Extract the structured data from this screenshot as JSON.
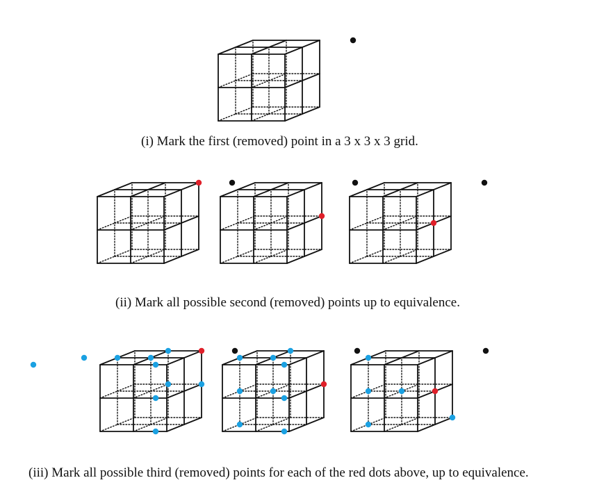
{
  "captions": {
    "step1": "(i) Mark the first (removed) point in a 3 x 3 x 3 grid.",
    "step2": "(ii) Mark all possible second (removed) points up to equivalence.",
    "step3": "(iii) Mark all possible third (removed) points for each of the red dots above, up to equivalence."
  },
  "colors": {
    "edge": "#111111",
    "first_point": "#111111",
    "second_point": "#e0202a",
    "third_point": "#1ba1e2"
  },
  "cubes": [
    {
      "id": "row1-cube",
      "points": [
        {
          "pos": [
            1,
            2,
            2
          ],
          "role": "first"
        }
      ]
    },
    {
      "id": "row2-cube-1",
      "points": [
        {
          "pos": [
            1,
            2,
            2
          ],
          "role": "first"
        },
        {
          "pos": [
            0,
            2,
            2
          ],
          "role": "second"
        }
      ]
    },
    {
      "id": "row2-cube-2",
      "points": [
        {
          "pos": [
            1,
            2,
            2
          ],
          "role": "first"
        },
        {
          "pos": [
            0,
            1,
            2
          ],
          "role": "second"
        }
      ]
    },
    {
      "id": "row2-cube-3",
      "points": [
        {
          "pos": [
            1,
            2,
            2
          ],
          "role": "first"
        },
        {
          "pos": [
            1,
            1,
            1
          ],
          "role": "second"
        }
      ]
    },
    {
      "id": "row3-cube-1",
      "points": [
        {
          "pos": [
            1,
            2,
            2
          ],
          "role": "first"
        },
        {
          "pos": [
            0,
            2,
            2
          ],
          "role": "second"
        },
        {
          "pos": [
            -2,
            2,
            0
          ],
          "role": "third"
        },
        {
          "pos": [
            -1,
            2,
            1
          ],
          "role": "third"
        },
        {
          "pos": [
            0,
            2,
            1
          ],
          "role": "third"
        },
        {
          "pos": [
            -1,
            2,
            2
          ],
          "role": "third"
        },
        {
          "pos": [
            -2,
            2,
            1
          ],
          "role": "third"
        },
        {
          "pos": [
            -1,
            1,
            2
          ],
          "role": "third"
        },
        {
          "pos": [
            0,
            1,
            2
          ],
          "role": "third"
        }
      ]
    },
    {
      "id": "row3-cube-2",
      "points": [
        {
          "pos": [
            1,
            2,
            2
          ],
          "role": "first"
        },
        {
          "pos": [
            0,
            1,
            2
          ],
          "role": "second"
        },
        {
          "pos": [
            -2,
            2,
            0
          ],
          "role": "third"
        },
        {
          "pos": [
            -1,
            2,
            1
          ],
          "role": "third"
        },
        {
          "pos": [
            0,
            2,
            1
          ],
          "role": "third"
        },
        {
          "pos": [
            -1,
            2,
            2
          ],
          "role": "third"
        },
        {
          "pos": [
            -2,
            1,
            0
          ],
          "role": "third"
        },
        {
          "pos": [
            -1,
            1,
            1
          ],
          "role": "third"
        },
        {
          "pos": [
            0,
            1,
            1
          ],
          "role": "third"
        },
        {
          "pos": [
            -2,
            0,
            0
          ],
          "role": "third"
        },
        {
          "pos": [
            -1,
            0,
            1
          ],
          "role": "third"
        }
      ]
    },
    {
      "id": "row3-cube-3",
      "points": [
        {
          "pos": [
            1,
            2,
            2
          ],
          "role": "first"
        },
        {
          "pos": [
            1,
            1,
            1
          ],
          "role": "second"
        },
        {
          "pos": [
            -2,
            2,
            0
          ],
          "role": "third"
        },
        {
          "pos": [
            -1,
            2,
            1
          ],
          "role": "third"
        },
        {
          "pos": [
            -2,
            1,
            0
          ],
          "role": "third"
        },
        {
          "pos": [
            -1,
            1,
            1
          ],
          "role": "third"
        },
        {
          "pos": [
            0,
            1,
            1
          ],
          "role": "third"
        },
        {
          "pos": [
            -2,
            0,
            0
          ],
          "role": "third"
        },
        {
          "pos": [
            -1,
            0,
            1
          ],
          "role": "third"
        },
        {
          "pos": [
            0,
            0,
            2
          ],
          "role": "third"
        }
      ]
    }
  ]
}
